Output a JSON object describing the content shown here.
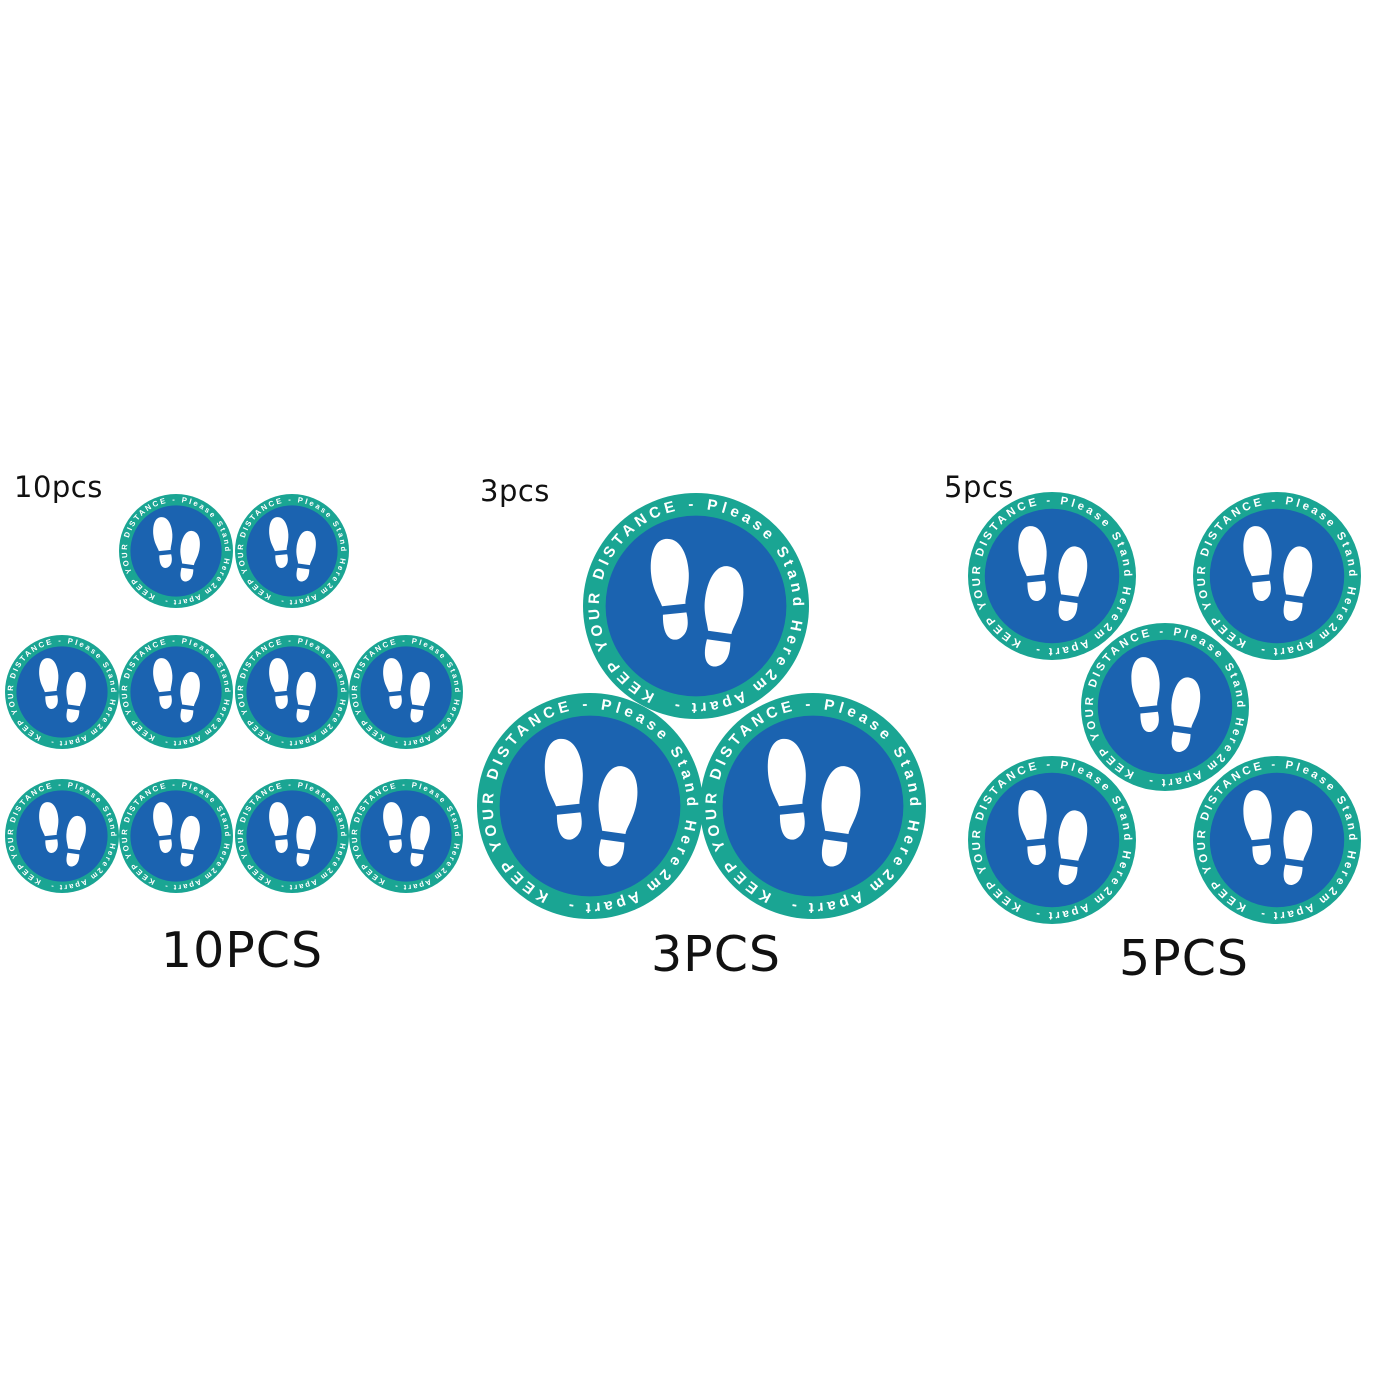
{
  "colors": {
    "ring": "#1aa593",
    "center": "#1b63b0",
    "ring_text": "#ffffff",
    "footprint": "#ffffff",
    "background": "#ffffff",
    "label": "#111111"
  },
  "sticker": {
    "top_text": "KEEP YOUR DISTANCE - Please Stand Here",
    "bottom_text": "2m Apart -",
    "icon": "footprints-icon"
  },
  "groups": [
    {
      "id": "10pcs",
      "corner_label": "10pcs",
      "caption": "10PCS",
      "count": 10
    },
    {
      "id": "3pcs",
      "corner_label": "3pcs",
      "caption": "3PCS",
      "count": 3
    },
    {
      "id": "5pcs",
      "corner_label": "5pcs",
      "caption": "5PCS",
      "count": 5
    }
  ]
}
